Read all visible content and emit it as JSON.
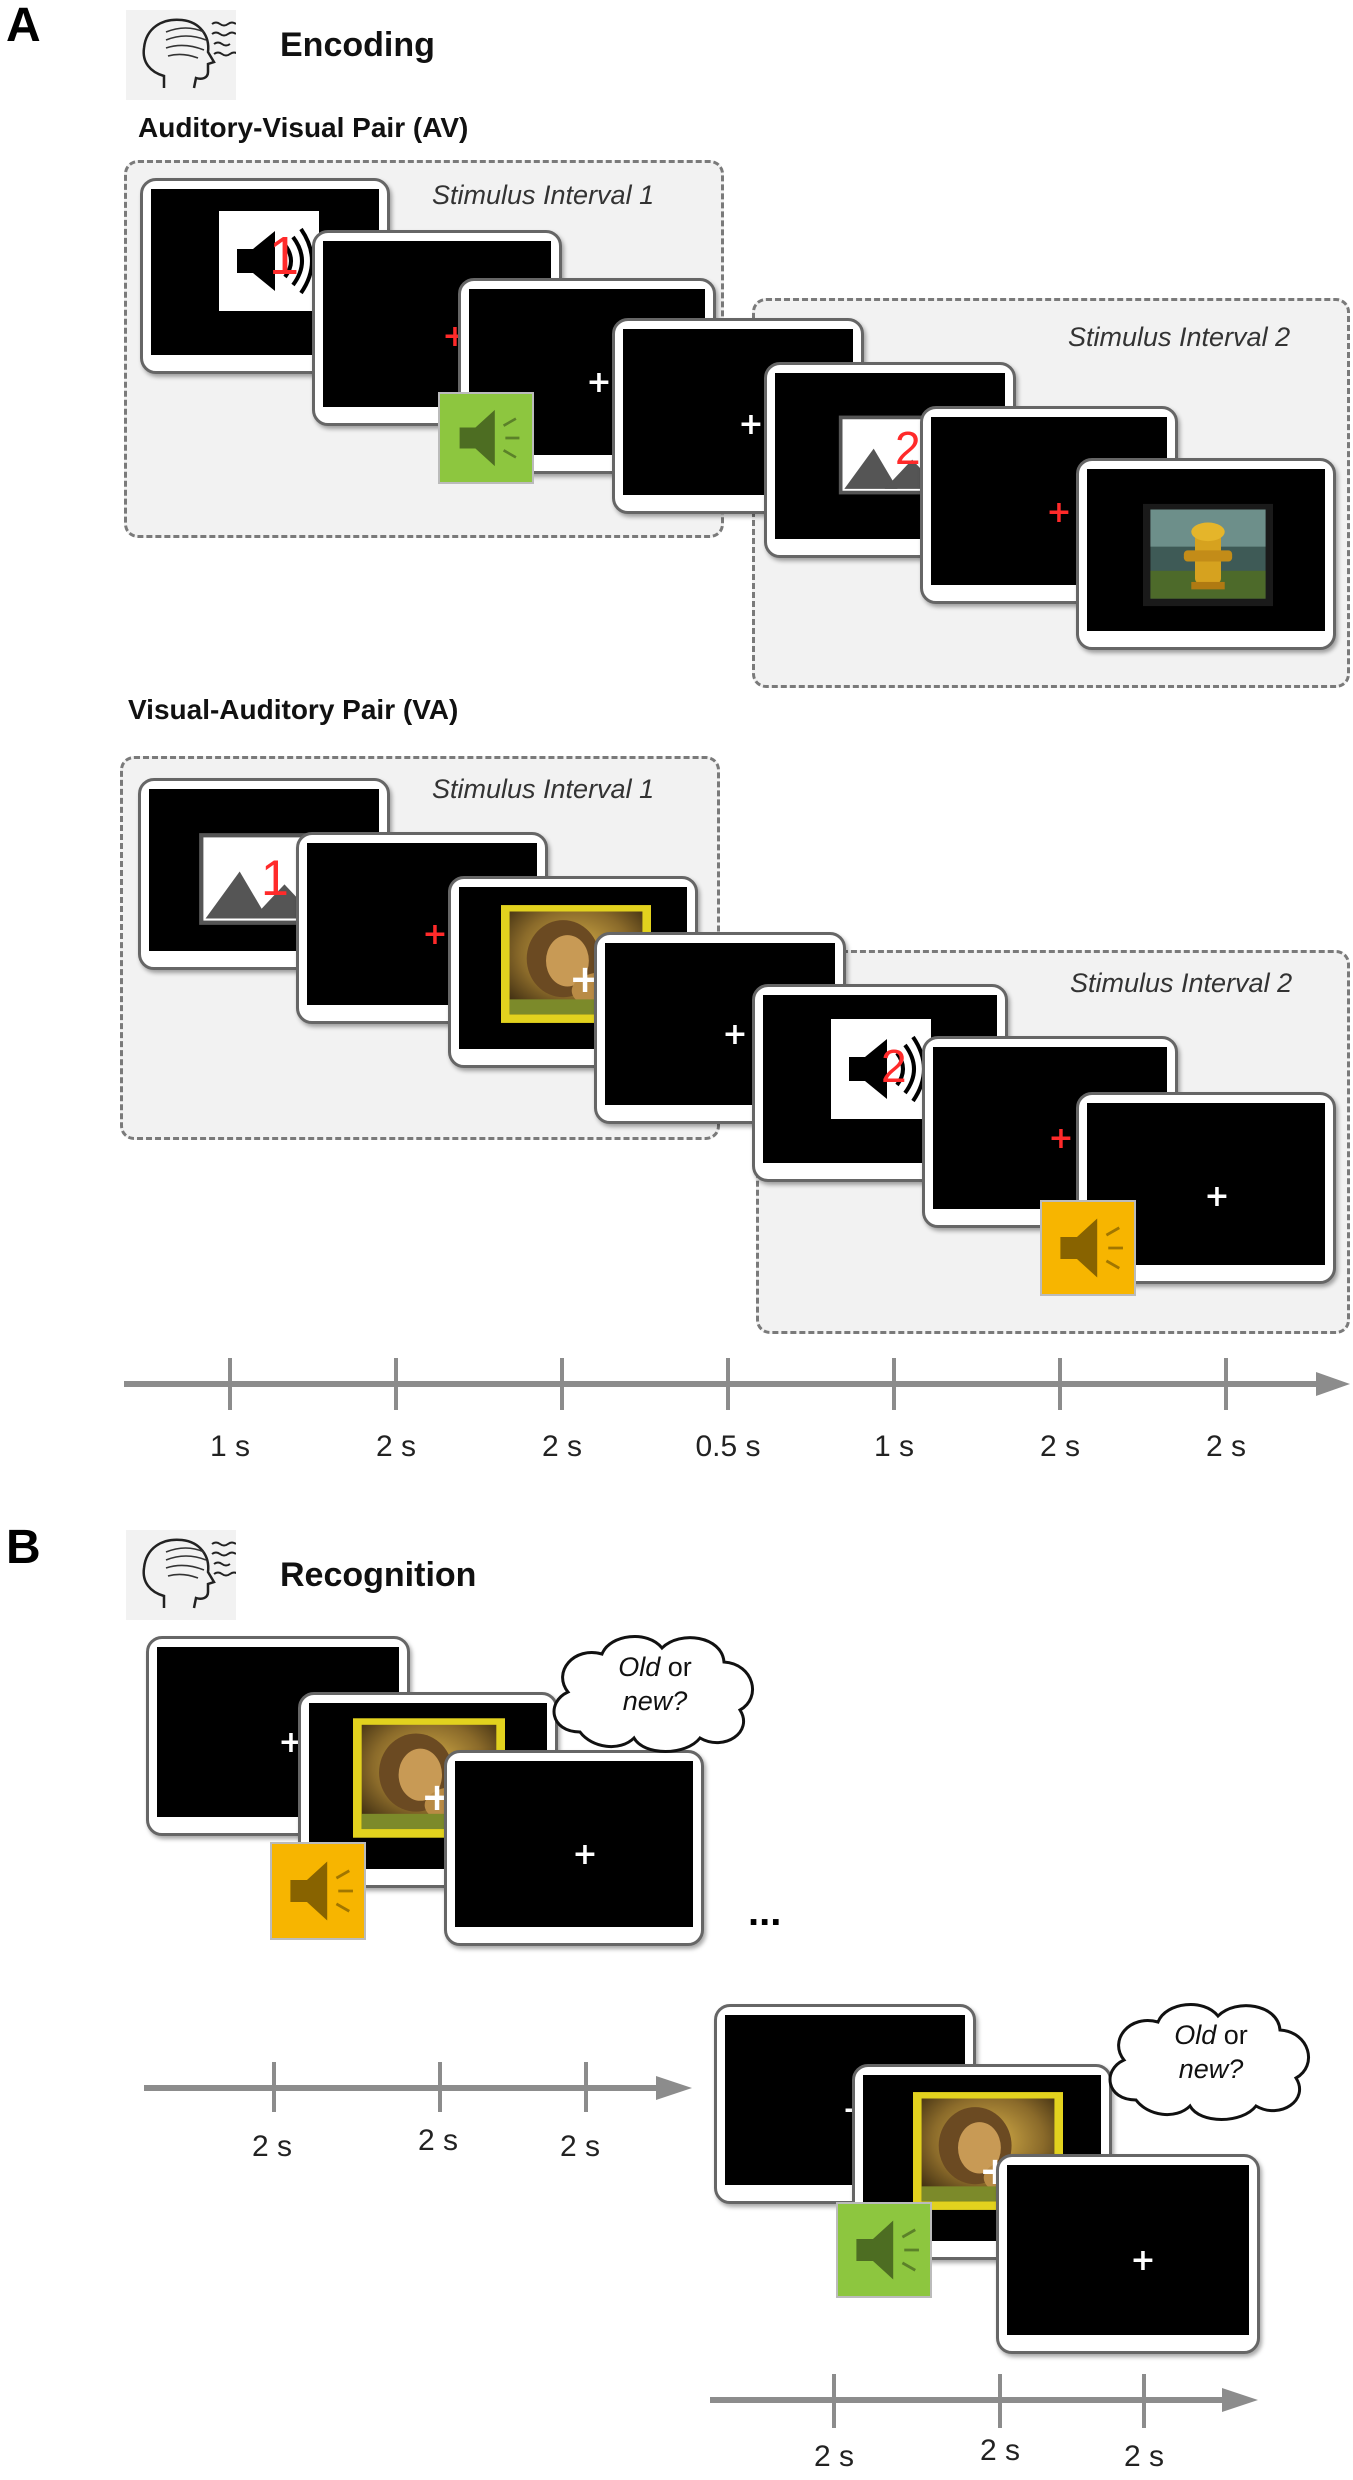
{
  "panel_a": {
    "letter": "A",
    "heading": "Encoding",
    "av_title": "Auditory-Visual  Pair (AV)",
    "va_title": "Visual-Auditory  Pair (VA)",
    "interval_1": "Stimulus Interval 1",
    "interval_2": "Stimulus Interval 2",
    "cue_1": "1",
    "cue_2": "2",
    "fixation": "+",
    "timeline": [
      "1 s",
      "2 s",
      "2 s",
      "0.5 s",
      "1 s",
      "2 s",
      "2 s"
    ]
  },
  "panel_b": {
    "letter": "B",
    "heading": "Recognition",
    "fixation": "+",
    "cloud_old": "Old",
    "cloud_or": " or",
    "cloud_new": "new?",
    "ellipsis": "...",
    "timeline_1": [
      "2 s",
      "2 s",
      "2 s"
    ],
    "timeline_2": [
      "2 s",
      "2 s",
      "2 s"
    ]
  },
  "colors": {
    "screen_bg": "#000000",
    "fixation_red": "#ff2a2a",
    "fixation_white": "#ffffff",
    "speaker_green": "#8dc63f",
    "speaker_orange": "#f7b500",
    "interval_bg": "#f2f2f2",
    "axis": "#8c8c8c"
  },
  "icons": [
    "brain-head-icon",
    "speaker-icon",
    "picture-icon",
    "fire-hydrant-image",
    "lion-image",
    "speech-cloud"
  ]
}
